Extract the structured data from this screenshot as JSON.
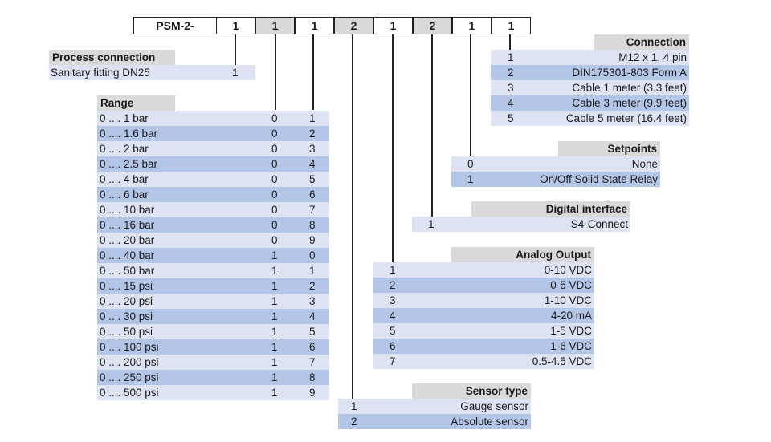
{
  "prefix": "PSM-2-",
  "code_digits": [
    "1",
    "1",
    "1",
    "2",
    "1",
    "2",
    "1",
    "1"
  ],
  "colors": {
    "light_row": "#dde3f2",
    "dark_row": "#b4c6e7",
    "header": "#d9d9d9"
  },
  "process_connection": {
    "title": "Process connection",
    "rows": [
      {
        "label": "Sanitary fitting DN25",
        "code": "1"
      }
    ]
  },
  "range": {
    "title": "Range",
    "rows": [
      {
        "label": "0 .... 1 bar",
        "c1": "0",
        "c2": "1"
      },
      {
        "label": "0 .... 1.6 bar",
        "c1": "0",
        "c2": "2"
      },
      {
        "label": "0 .... 2 bar",
        "c1": "0",
        "c2": "3"
      },
      {
        "label": "0 .... 2.5 bar",
        "c1": "0",
        "c2": "4"
      },
      {
        "label": "0 .... 4 bar",
        "c1": "0",
        "c2": "5"
      },
      {
        "label": "0 .... 6 bar",
        "c1": "0",
        "c2": "6"
      },
      {
        "label": "0 .... 10 bar",
        "c1": "0",
        "c2": "7"
      },
      {
        "label": "0 .... 16 bar",
        "c1": "0",
        "c2": "8"
      },
      {
        "label": "0 .... 20 bar",
        "c1": "0",
        "c2": "9"
      },
      {
        "label": "0 .... 40 bar",
        "c1": "1",
        "c2": "0"
      },
      {
        "label": "0 .... 50 bar",
        "c1": "1",
        "c2": "1"
      },
      {
        "label": "0 .... 15 psi",
        "c1": "1",
        "c2": "2"
      },
      {
        "label": "0 .... 20 psi",
        "c1": "1",
        "c2": "3"
      },
      {
        "label": "0 .... 30 psi",
        "c1": "1",
        "c2": "4"
      },
      {
        "label": "0 .... 50 psi",
        "c1": "1",
        "c2": "5"
      },
      {
        "label": "0 .... 100 psi",
        "c1": "1",
        "c2": "6"
      },
      {
        "label": "0 .... 200 psi",
        "c1": "1",
        "c2": "7"
      },
      {
        "label": "0 .... 250 psi",
        "c1": "1",
        "c2": "8"
      },
      {
        "label": "0 .... 500 psi",
        "c1": "1",
        "c2": "9"
      }
    ]
  },
  "sensor_type": {
    "title": "Sensor type",
    "rows": [
      {
        "code": "1",
        "label": "Gauge sensor"
      },
      {
        "code": "2",
        "label": "Absolute sensor"
      }
    ]
  },
  "analog_output": {
    "title": "Analog Output",
    "rows": [
      {
        "code": "1",
        "label": "0-10 VDC"
      },
      {
        "code": "2",
        "label": "0-5 VDC"
      },
      {
        "code": "3",
        "label": "1-10 VDC"
      },
      {
        "code": "4",
        "label": "4-20 mA"
      },
      {
        "code": "5",
        "label": "1-5 VDC"
      },
      {
        "code": "6",
        "label": "1-6 VDC"
      },
      {
        "code": "7",
        "label": "0.5-4.5 VDC"
      }
    ]
  },
  "digital_interface": {
    "title": "Digital interface",
    "rows": [
      {
        "code": "1",
        "label": "S4-Connect"
      }
    ]
  },
  "setpoints": {
    "title": "Setpoints",
    "rows": [
      {
        "code": "0",
        "label": "None"
      },
      {
        "code": "1",
        "label": "On/Off Solid State Relay"
      }
    ]
  },
  "connection": {
    "title": "Connection",
    "rows": [
      {
        "code": "1",
        "label": "M12 x 1, 4 pin"
      },
      {
        "code": "2",
        "label": "DIN175301-803 Form A"
      },
      {
        "code": "3",
        "label": "Cable 1 meter (3.3 feet)"
      },
      {
        "code": "4",
        "label": "Cable 3 meter (9.9 feet)"
      },
      {
        "code": "5",
        "label": "Cable 5 meter (16.4 feet)"
      }
    ]
  }
}
